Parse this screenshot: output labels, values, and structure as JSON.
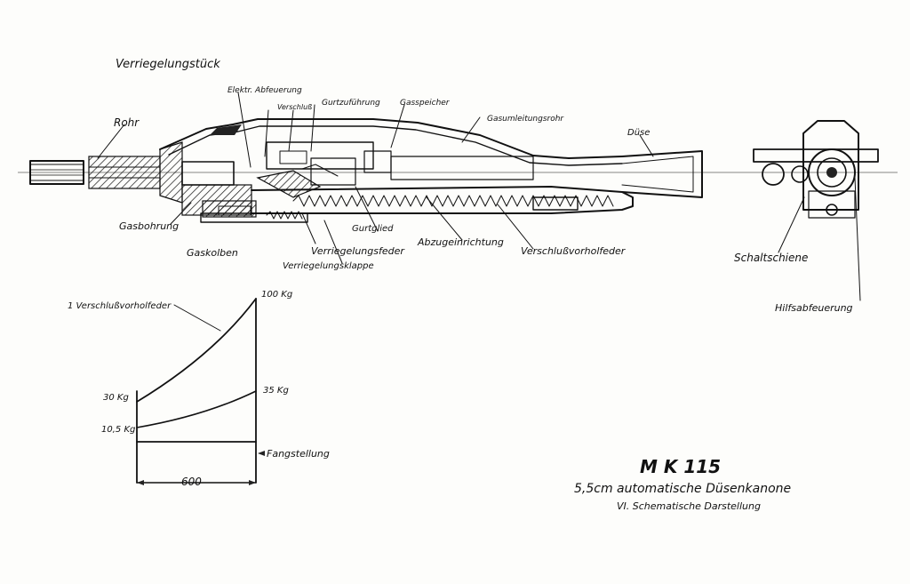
{
  "title": {
    "designation": "M K 115",
    "name": "5,5cm automatische Düsenkanone",
    "subtitle": "VI. Schematische Darstellung"
  },
  "section_labels": {
    "verriegelungsstueck": "Verriegelungstück",
    "rohr": "Rohr",
    "elektr_abfeuerung": "Elektr. Abfeuerung",
    "verschluss": "Verschluß",
    "gurtzufuehrung": "Gurtzuführung",
    "gasspeicher": "Gasspeicher",
    "gasumleitungsrohr": "Gasumleitungsrohr",
    "duese": "Düse",
    "gasbohrung": "Gasbohrung",
    "gaskolben": "Gaskolben",
    "verriegelungsfeder": "Verriegelungsfeder",
    "verriegelungsklappe": "Verriegelungsklappe",
    "gurtglied": "Gurtglied",
    "abzugeinrichtung": "Abzugeinrichtung",
    "verschlussvorholfeder": "Verschlußvorholfeder",
    "schaltschiene": "Schaltschiene",
    "hilfsabfeuerung": "Hilfsabfeuerung"
  },
  "force_diagram": {
    "curve_label": "1 Verschlußvorholfeder",
    "top_right_value": "100 Kg",
    "mid_right_value": "35 Kg",
    "top_left_value": "30 Kg",
    "bottom_left_value": "10,5 Kg",
    "end_label": "Fangstellung",
    "stroke_label": "600"
  },
  "colors": {
    "ink": "#111111",
    "paper": "#fdfdfb"
  }
}
